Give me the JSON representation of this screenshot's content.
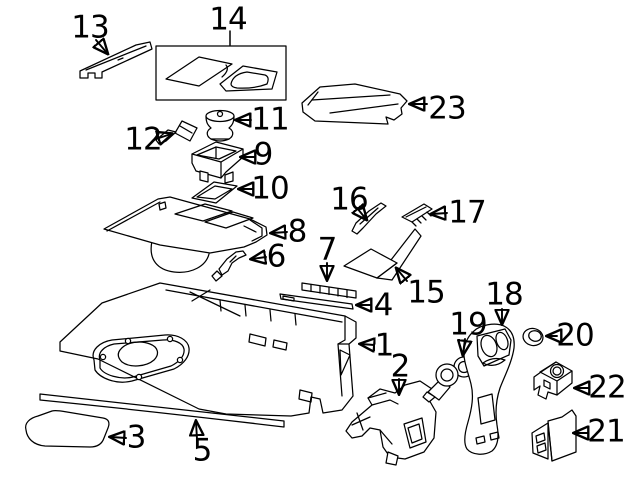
{
  "diagram": {
    "type": "exploded-parts-diagram",
    "background_color": "#ffffff",
    "line_color": "#000000",
    "label_color": "#000000",
    "callouts": [
      {
        "number": "1"
      },
      {
        "number": "2"
      },
      {
        "number": "3"
      },
      {
        "number": "4"
      },
      {
        "number": "5"
      },
      {
        "number": "6"
      },
      {
        "number": "7"
      },
      {
        "number": "8"
      },
      {
        "number": "9"
      },
      {
        "number": "10"
      },
      {
        "number": "11"
      },
      {
        "number": "12"
      },
      {
        "number": "13"
      },
      {
        "number": "14"
      },
      {
        "number": "15"
      },
      {
        "number": "16"
      },
      {
        "number": "17"
      },
      {
        "number": "18"
      },
      {
        "number": "19"
      },
      {
        "number": "20"
      },
      {
        "number": "21"
      },
      {
        "number": "22"
      },
      {
        "number": "23"
      }
    ]
  }
}
